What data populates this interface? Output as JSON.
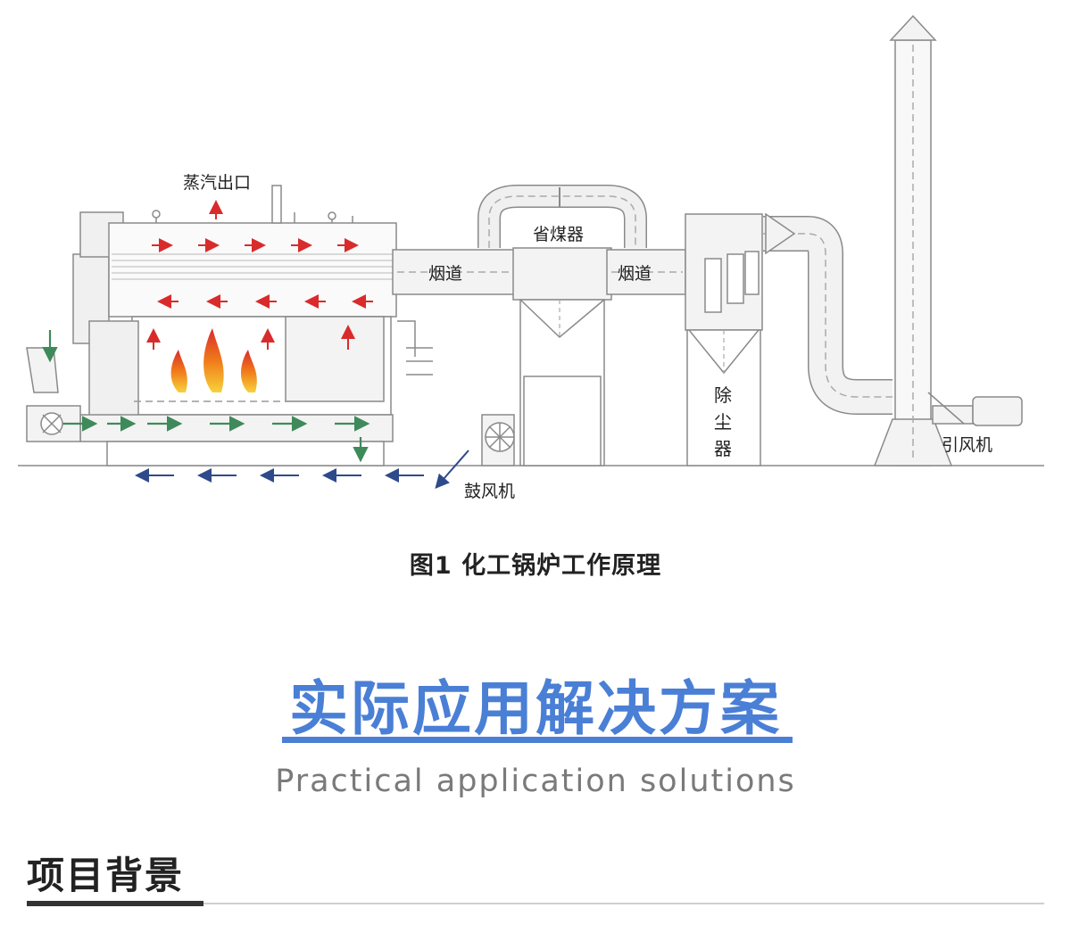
{
  "diagram": {
    "labels": {
      "steam_outlet": "蒸汽出口",
      "economizer": "省煤器",
      "flue_left": "烟道",
      "flue_right": "烟道",
      "dust_collector": "除尘器",
      "blower": "鼓风机",
      "induced_fan": "引风机"
    },
    "colors": {
      "line": "#8a8a8a",
      "duct": "#e6e6e6",
      "red_arrow": "#d92b2b",
      "green_arrow": "#3f8a5a",
      "blue_arrow": "#2e4a8a"
    }
  },
  "caption": "图1 化工锅炉工作原理",
  "section": {
    "title": "实际应用解决方案",
    "subtitle": "Practical application solutions",
    "accent": "#4a7fd6"
  },
  "background_heading": "项目背景"
}
